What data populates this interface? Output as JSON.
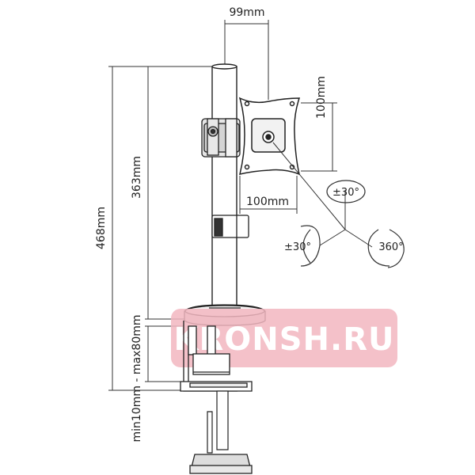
{
  "dimensions": {
    "width_top": "99mm",
    "vesa_vertical": "100mm",
    "vesa_horizontal": "100mm",
    "total_height": "468mm",
    "pole_height": "363mm",
    "clamp_range": "min10mm - max80mm"
  },
  "rotation": {
    "tilt": "±30°",
    "swivel": "±30°",
    "rotate": "360°"
  },
  "watermark": "KRONSH.RU",
  "colors": {
    "line": "#222222",
    "watermark_bg": "#f2b6bf"
  }
}
